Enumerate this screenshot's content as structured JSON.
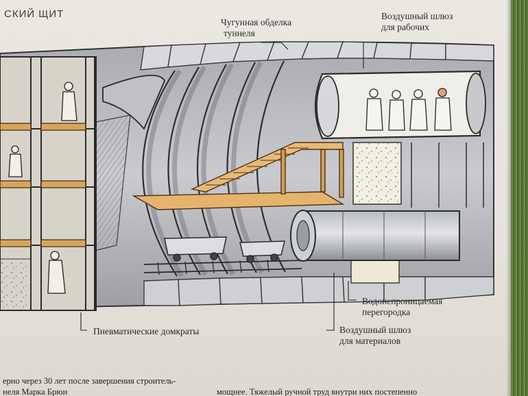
{
  "section_title": "СКИЙ ЩИТ",
  "labels": {
    "cast_iron_lining_line1": "Чугунная обделка",
    "cast_iron_lining_line2": "туннеля",
    "air_lock_workers_line1": "Воздушный шлюз",
    "air_lock_workers_line2": "для рабочих",
    "watertight_partition_line1": "Водонепроницаемая",
    "watertight_partition_line2": "перегородка",
    "air_lock_materials_line1": "Воздушный шлюз",
    "air_lock_materials_line2": "для материалов",
    "pneumatic_jacks": "Пневматические домкраты"
  },
  "body_text": {
    "left_line1": "ерно через 30 лет после завершения строитель-",
    "left_line2": "неля Марка Брюн",
    "right_line1": "мощнее. Тяжелый ручной труд внутри них постепенно"
  },
  "colors": {
    "paper": "#e9e6df",
    "ink": "#2a2a2a",
    "wood": "#e2b06a",
    "shadow": "#8e9094"
  }
}
